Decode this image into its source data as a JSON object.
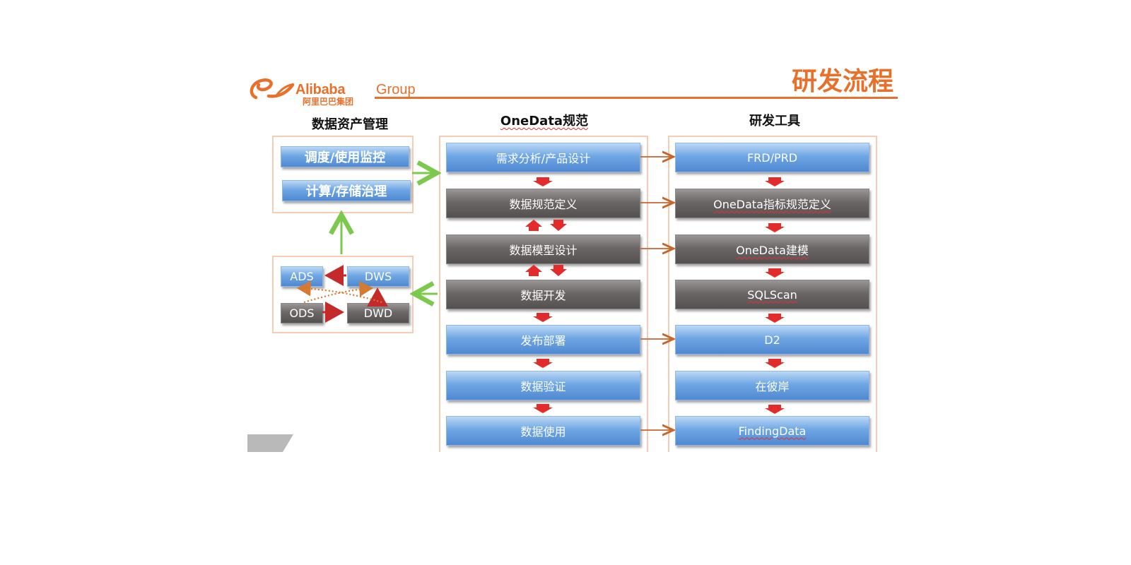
{
  "header": {
    "logo_name": "Alibaba",
    "logo_group": "Group",
    "logo_cn": "阿里巴巴集团",
    "title": "研发流程"
  },
  "columns": {
    "asset_title": "数据资产管理",
    "onedata_title": "OneData规范",
    "tools_title": "研发工具"
  },
  "asset": {
    "items": [
      "调度/使用监控",
      "计算/存储治理"
    ]
  },
  "layers": {
    "ads": "ADS",
    "dws": "DWS",
    "ods": "ODS",
    "dwd": "DWD"
  },
  "onedata": {
    "steps": [
      "需求分析/产品设计",
      "数据规范定义",
      "数据模型设计",
      "数据开发",
      "发布部署",
      "数据验证",
      "数据使用"
    ]
  },
  "tools": {
    "items": [
      "FRD/PRD",
      "OneData指标规范定义",
      "OneData建模",
      "SQLScan",
      "D2",
      "在彼岸",
      "FindingData"
    ]
  },
  "colors": {
    "orange": "#e8702a",
    "blue_box": "#5b95d8",
    "gray_box": "#666262",
    "red_arrow": "#e32b2b",
    "green_arrow": "#7cc94e",
    "connector": "#c8652b",
    "frame": "#f4cdb4"
  }
}
